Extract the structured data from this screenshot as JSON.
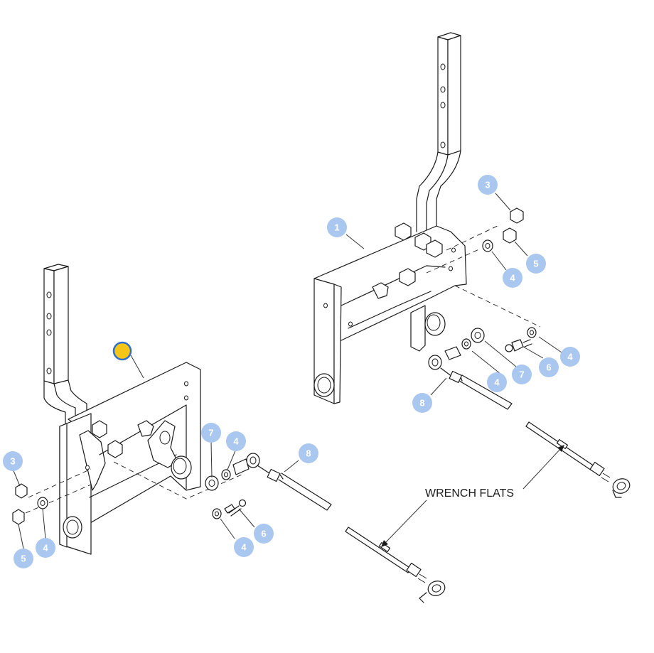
{
  "diagram": {
    "label_text": "WRENCH FLATS",
    "callout_color": "#a9c7ef",
    "highlight_color": "#f5c518",
    "highlight_ring_color": "#2f6fd1",
    "left_assembly_callouts": [
      "3",
      "5",
      "4",
      "7",
      "4",
      "8",
      "6",
      "4"
    ],
    "right_assembly_callouts": [
      "1",
      "3",
      "5",
      "4",
      "4",
      "7",
      "6",
      "4",
      "8"
    ]
  }
}
